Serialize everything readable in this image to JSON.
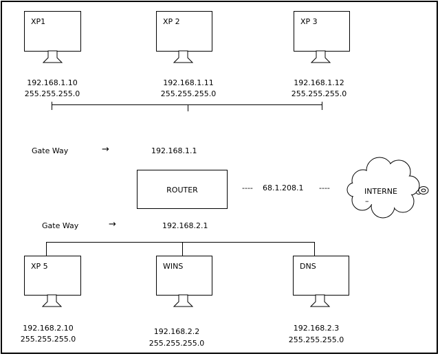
{
  "top_hosts": [
    {
      "name": "XP1",
      "ip": "192.168.1.10",
      "mask": "255.255.255.0"
    },
    {
      "name": "XP 2",
      "ip": "192.168.1.11",
      "mask": "255.255.255.0"
    },
    {
      "name": "XP 3",
      "ip": "192.168.1.12",
      "mask": "255.255.255.0"
    }
  ],
  "gateway_top": {
    "label": "Gate Way",
    "arrow": "→",
    "ip": "192.168.1.1"
  },
  "router": {
    "label": "ROUTER",
    "wan_dashes_left": "----",
    "wan_ip": "68.1.208.1",
    "wan_dashes_right": "----"
  },
  "internet": {
    "label": "INTERNE",
    "label_tail": "–"
  },
  "gateway_bottom": {
    "label": "Gate Way",
    "arrow": "→",
    "ip": "192.168.2.1"
  },
  "bottom_hosts": [
    {
      "name": "XP 5",
      "ip": "192.168.2.10",
      "mask": "255.255.255.0"
    },
    {
      "name": "WINS",
      "ip": "192.168.2.2",
      "mask": "255.255.255.0"
    },
    {
      "name": "DNS",
      "ip": "192.168.2.3",
      "mask": "255.255.255.0"
    }
  ]
}
